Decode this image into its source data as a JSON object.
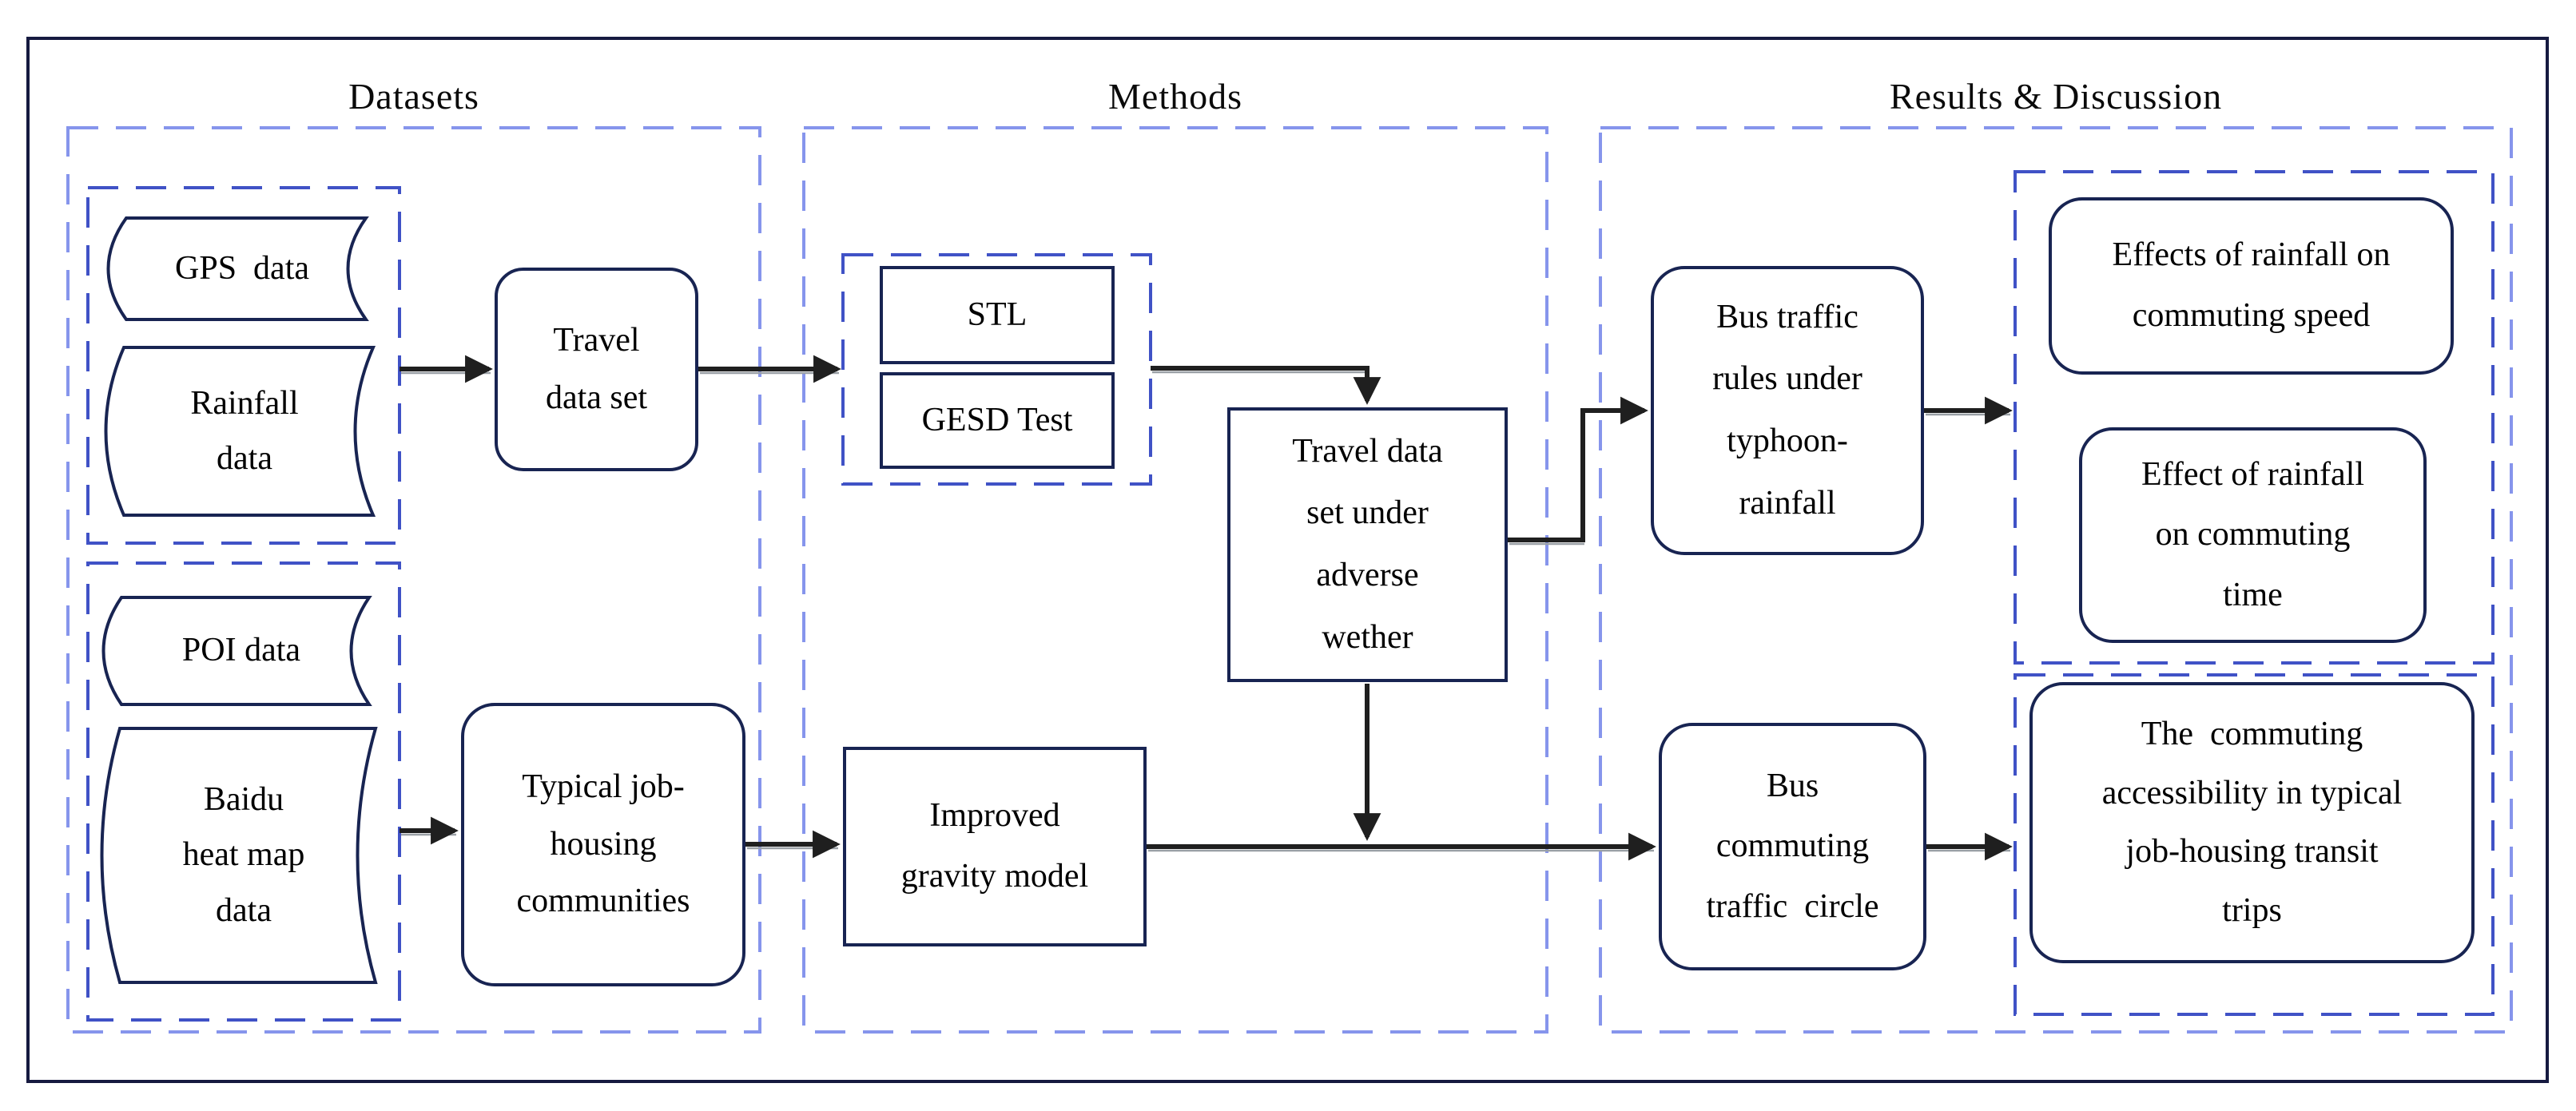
{
  "figure": {
    "type": "flowchart",
    "background": "#ffffff"
  },
  "colors": {
    "outer_border": "#161a40",
    "node_border": "#182452",
    "section_dash": "#8695ec",
    "group_dash": "#4052c6",
    "arrow": "#1f1f1f",
    "arrow_shadow": "#9aa0a6",
    "text": "#000000"
  },
  "sections": {
    "datasets": {
      "title": "Datasets"
    },
    "methods": {
      "title": "Methods"
    },
    "results": {
      "title": "Results & Discussion"
    }
  },
  "nodes": {
    "gps": {
      "label": "GPS  data",
      "shape": "wavy-document"
    },
    "rainfall": {
      "label": "Rainfall\ndata",
      "shape": "wavy-document"
    },
    "poi": {
      "label": "POI data",
      "shape": "wavy-document"
    },
    "baidu": {
      "label": "Baidu\nheat map\ndata",
      "shape": "wavy-document"
    },
    "travel_set": {
      "label": "Travel\ndata set",
      "shape": "rounded-rect"
    },
    "typical": {
      "label": "Typical job-\nhousing\ncommunities",
      "shape": "rounded-rect"
    },
    "stl": {
      "label": "STL",
      "shape": "rect"
    },
    "gesd": {
      "label": "GESD Test",
      "shape": "rect"
    },
    "adverse": {
      "label": "Travel data\nset under\nadverse\nwether",
      "shape": "rect"
    },
    "gravity": {
      "label": "Improved\ngravity model",
      "shape": "rect"
    },
    "bus_rules": {
      "label": "Bus traffic\nrules under\ntyphoon-\nrainfall",
      "shape": "rounded-rect"
    },
    "bus_circle": {
      "label": "Bus\ncommuting\ntraffic  circle",
      "shape": "rounded-rect"
    },
    "effect_speed": {
      "label": "Effects of rainfall on\ncommuting speed",
      "shape": "rounded-rect"
    },
    "effect_time": {
      "label": "Effect of rainfall\non commuting\ntime",
      "shape": "rounded-rect"
    },
    "accessibility": {
      "label": "The  commuting\naccessibility in typical\njob-housing transit\ntrips",
      "shape": "rounded-rect"
    }
  },
  "edges": [
    {
      "from": "gps+rainfall group",
      "to": "travel_set"
    },
    {
      "from": "travel_set",
      "to": "stl+gesd group"
    },
    {
      "from": "stl+gesd group",
      "to": "adverse"
    },
    {
      "from": "adverse",
      "to": "bus_rules"
    },
    {
      "from": "adverse",
      "to": "bottom line junction"
    },
    {
      "from": "bus_rules",
      "to": "effects group"
    },
    {
      "from": "baidu+poi group",
      "to": "typical"
    },
    {
      "from": "typical",
      "to": "gravity"
    },
    {
      "from": "gravity",
      "to": "bus_circle"
    },
    {
      "from": "bus_circle",
      "to": "accessibility group"
    }
  ]
}
